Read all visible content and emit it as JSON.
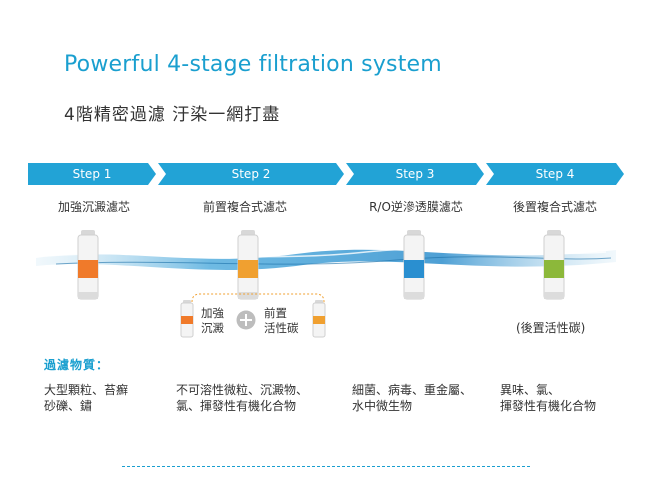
{
  "header": {
    "title": "Powerful 4-stage filtration system",
    "subtitle": "4階精密過濾 汙染一網打盡"
  },
  "steps": [
    {
      "label": "Step 1",
      "stage": "加強沉澱濾芯",
      "removes": "大型顆粒、苔癬\n砂礫、鏽"
    },
    {
      "label": "Step 2",
      "stage": "前置複合式濾芯",
      "removes": "不可溶性微粒、沉澱物、\n氯、揮發性有機化合物"
    },
    {
      "label": "Step 3",
      "stage": "R/O逆滲透膜濾芯",
      "removes": "細菌、病毒、重金屬、\n水中微生物"
    },
    {
      "label": "Step 4",
      "stage": "後置複合式濾芯",
      "removes": "異味、氯、\n揮發性有機化合物"
    }
  ],
  "composite": {
    "left_line1": "加強",
    "left_line2": "沉澱",
    "plus": "+",
    "right_line1": "前置",
    "right_line2": "活性碳"
  },
  "step4_note": "(後置活性碳)",
  "removes_heading": "過濾物質：",
  "colors": {
    "accent": "#1a9fcf",
    "step_arrow": "#22a3d6",
    "cart_step1": "#f07a2a",
    "cart_step2": "#f0a030",
    "cart_step3": "#2a8fd0",
    "cart_step4": "#8cb83a"
  }
}
